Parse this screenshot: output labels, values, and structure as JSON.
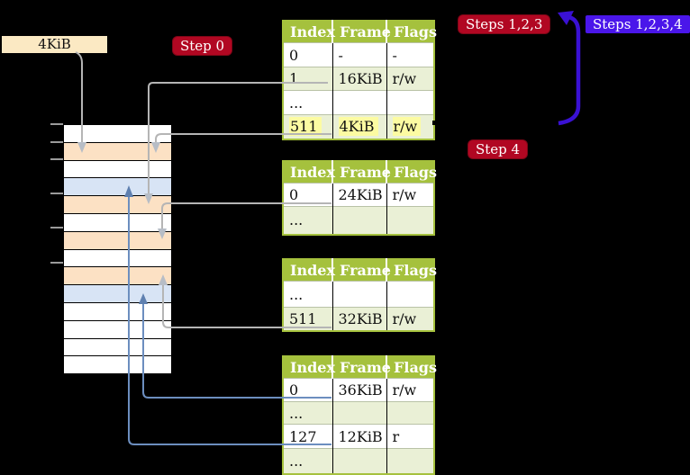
{
  "colors": {
    "background": "#000000",
    "badge_red": "#b10722",
    "badge_blue": "#4a16ea",
    "table_header_green": "#a5c13d",
    "table_row_tint": "#eaf0d6",
    "highlight_yellow": "#fcfba2",
    "memory_orange": "#fce1c4",
    "memory_blue": "#d8e4f5",
    "label_wheat": "#fbe9c3",
    "connector_gray": "#b5b5b5",
    "connector_blue": "#6c8ebf",
    "big_arrow_blue": "#3a11d3"
  },
  "labels": {
    "page_size": "4KiB",
    "step0": "Step 0",
    "steps123": "Steps 1,2,3",
    "steps1234": "Steps 1,2,3,4",
    "step4": "Step 4"
  },
  "memory": {
    "rows": [
      "white",
      "orange",
      "white",
      "blue",
      "orange",
      "white",
      "orange",
      "white",
      "orange",
      "blue",
      "white",
      "white",
      "white",
      "white"
    ]
  },
  "tables": [
    {
      "name": "page-table-1",
      "headers": [
        "Index",
        "Frame",
        "Flags"
      ],
      "rows": [
        [
          "0",
          "-",
          "-"
        ],
        [
          "1",
          "16KiB",
          "r/w"
        ],
        [
          "...",
          "",
          ""
        ],
        [
          "511",
          "4KiB",
          "r/w"
        ]
      ],
      "highlight_row": 3
    },
    {
      "name": "page-table-2",
      "headers": [
        "Index",
        "Frame",
        "Flags"
      ],
      "rows": [
        [
          "0",
          "24KiB",
          "r/w"
        ],
        [
          "...",
          "",
          ""
        ]
      ],
      "highlight_row": -1
    },
    {
      "name": "page-table-3",
      "headers": [
        "Index",
        "Frame",
        "Flags"
      ],
      "rows": [
        [
          "...",
          "",
          ""
        ],
        [
          "511",
          "32KiB",
          "r/w"
        ]
      ],
      "highlight_row": -1
    },
    {
      "name": "page-table-4",
      "headers": [
        "Index",
        "Frame",
        "Flags"
      ],
      "rows": [
        [
          "0",
          "36KiB",
          "r/w"
        ],
        [
          "...",
          "",
          ""
        ],
        [
          "127",
          "12KiB",
          "r"
        ],
        [
          "...",
          "",
          ""
        ]
      ],
      "highlight_row": -1
    }
  ]
}
